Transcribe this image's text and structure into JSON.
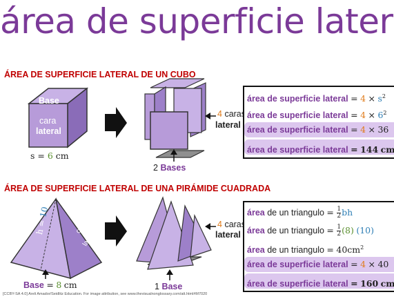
{
  "title": "área de superficie lateral",
  "cube_section": {
    "heading": "ÁREA DE SUPERFICIE LATERAL DE UN CUBO",
    "base_label": "Base",
    "face_label_1": "cara",
    "face_label_2": "lateral",
    "side_prefix": "s =",
    "side_value": "6",
    "side_unit": "cm",
    "faces_count": "4",
    "faces_word": "caras",
    "faces_lateral": "lateral",
    "bases_count": "2",
    "bases_word": "Bases",
    "formula_label": "área de superficie lateral",
    "eq": "=",
    "times": "×",
    "f1_num": "4",
    "f1_var": "s",
    "f2_num": "4",
    "f2_val": "6",
    "exp": "2",
    "f3_num": "4",
    "f3_val": "36",
    "f4_val": "144",
    "f4_unit": "cm"
  },
  "pyramid_section": {
    "heading": "ÁREA DE SUPERFICIE LATERAL DE UNA PIRÁMIDE CUADRADA",
    "h_prefix": "h =",
    "h_value": "10",
    "h_unit": "cm",
    "face_label_1": "cara",
    "face_label_2": "lateral",
    "base_label": "Base",
    "base_eq": "=",
    "base_value": "8",
    "base_unit": "cm",
    "faces_count": "4",
    "faces_word": "caras",
    "faces_lateral": "lateral",
    "bases_count": "1",
    "bases_word": "Base",
    "tri_label_bold": "área",
    "tri_label_rest": "de un triangulo",
    "half_num": "1",
    "half_den": "2",
    "bh": "bh",
    "b_val": "(8)",
    "h_val": "(10)",
    "area_val": "40cm",
    "formula_label": "área de superficie lateral",
    "f4_num": "4",
    "f4_val": "40",
    "f5_val": "160",
    "f5_unit": "cm"
  },
  "footer": "[CCBY-SA 4.0] Areli Amador/Seidlitz Education.  For image attribution, see www.thevisualnonglossary.com/att.html#M7020"
}
